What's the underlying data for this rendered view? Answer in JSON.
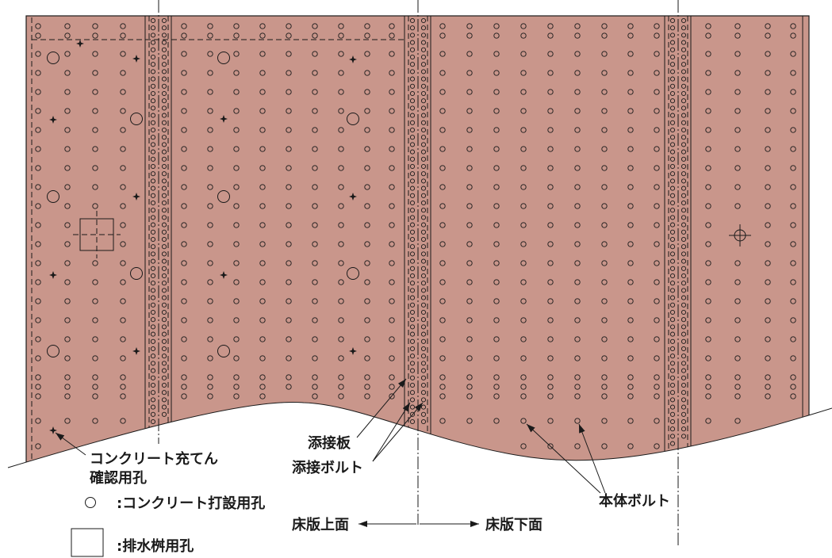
{
  "labels": {
    "splice_plate": "添接板",
    "splice_bolt": "添接ボルト",
    "fill_check_hole_line1": "コンクリート充てん",
    "fill_check_hole_line2": "確認用孔",
    "pour_hole_legend": ":コンクリート打設用孔",
    "drain_hole_legend": ":排水桝用孔",
    "main_bolt": "本体ボルト",
    "deck_top_side": "床版上面",
    "deck_bottom_side": "床版下面"
  },
  "colors": {
    "plate": "#C9968B",
    "ink": "#1A1A1A",
    "background": "#FFFFFF"
  }
}
